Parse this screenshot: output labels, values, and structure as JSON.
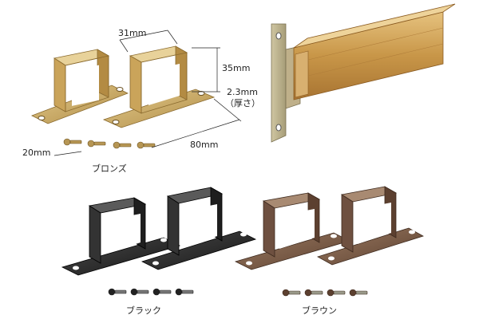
{
  "dimensions": {
    "width": "31mm",
    "height": "35mm",
    "thickness_value": "2.3mm",
    "thickness_note": "（厚さ）",
    "depth": "20mm",
    "length": "80mm"
  },
  "variants": {
    "bronze": {
      "label": "ブロンズ",
      "color": "#c9a85c"
    },
    "black": {
      "label": "ブラック",
      "color": "#2a2a2a"
    },
    "brown": {
      "label": "ブラウン",
      "color": "#7a5a45"
    }
  },
  "rail_color": "#c99a4c"
}
